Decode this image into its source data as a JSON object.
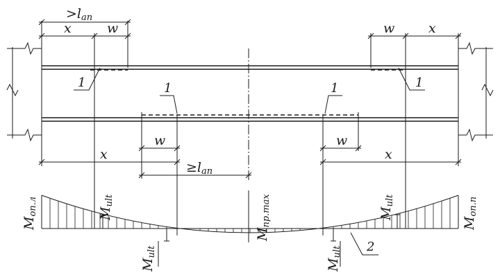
{
  "labels": {
    "x": "x",
    "w": "w",
    "lan_gt": ">",
    "lan_ge": "≥",
    "l": "l",
    "an": "an",
    "M": "M",
    "ult": "ult",
    "op_l": "оп.л",
    "op_p": "оп.п",
    "pr_max": "пр.max",
    "bar_marker": "1",
    "diagram_marker": "2"
  },
  "colors": {
    "ink": "#1a1a1a",
    "paper": "#ffffff"
  }
}
